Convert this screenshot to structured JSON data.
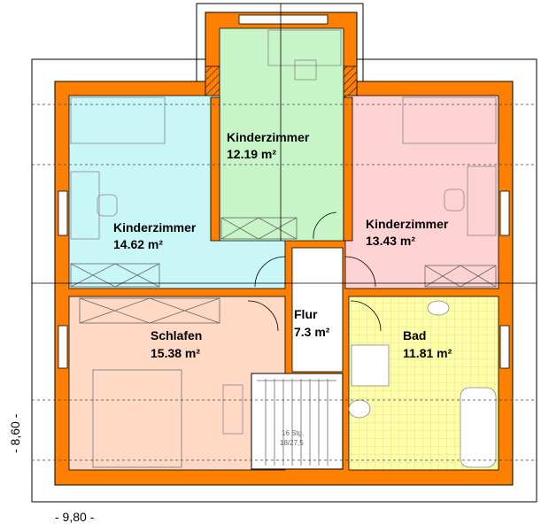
{
  "rooms": {
    "kinder_top": {
      "name": "Kinderzimmer",
      "area": "12.19 m²",
      "color": "#c8f5c8"
    },
    "kinder_left": {
      "name": "Kinderzimmer",
      "area": "14.62 m²",
      "color": "#c9f7f7"
    },
    "kinder_right": {
      "name": "Kinderzimmer",
      "area": "13.43 m²",
      "color": "#ffd3d3"
    },
    "schlafen": {
      "name": "Schlafen",
      "area": "15.38 m²",
      "color": "#ffd9c4"
    },
    "flur": {
      "name": "Flur",
      "area": "7.3 m²",
      "color": "#ffffff"
    },
    "bad": {
      "name": "Bad",
      "area": "11.81 m²",
      "color": "#ffffa8"
    }
  },
  "stairs": {
    "line1": "16 Stg.",
    "line2": "18/27,5"
  },
  "dimensions": {
    "width": "- 9,80 -",
    "height": "- 8,60 -"
  },
  "colors": {
    "wall": "#ff7f00",
    "wall_outline": "#000000"
  }
}
